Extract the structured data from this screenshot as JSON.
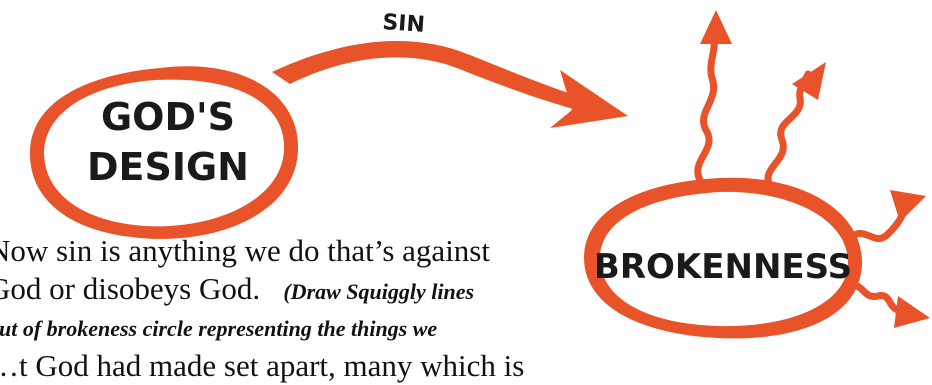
{
  "diagram": {
    "accent_color": "#e8532a",
    "arrow_label": "SIN",
    "left_circle_label_line1": "GOD'S",
    "left_circle_label_line2": "DESIGN",
    "right_circle_label": "BROKENNESS"
  },
  "text": {
    "line1": "Now sin is anything we do that’s against",
    "line2_plain": "God or disobeys God.",
    "line2_instruction": "(Draw Squiggly lines",
    "line3_instruction": "out of brokeness circle representing the things we",
    "line4_partial": "…t God had made set apart, many which is"
  }
}
